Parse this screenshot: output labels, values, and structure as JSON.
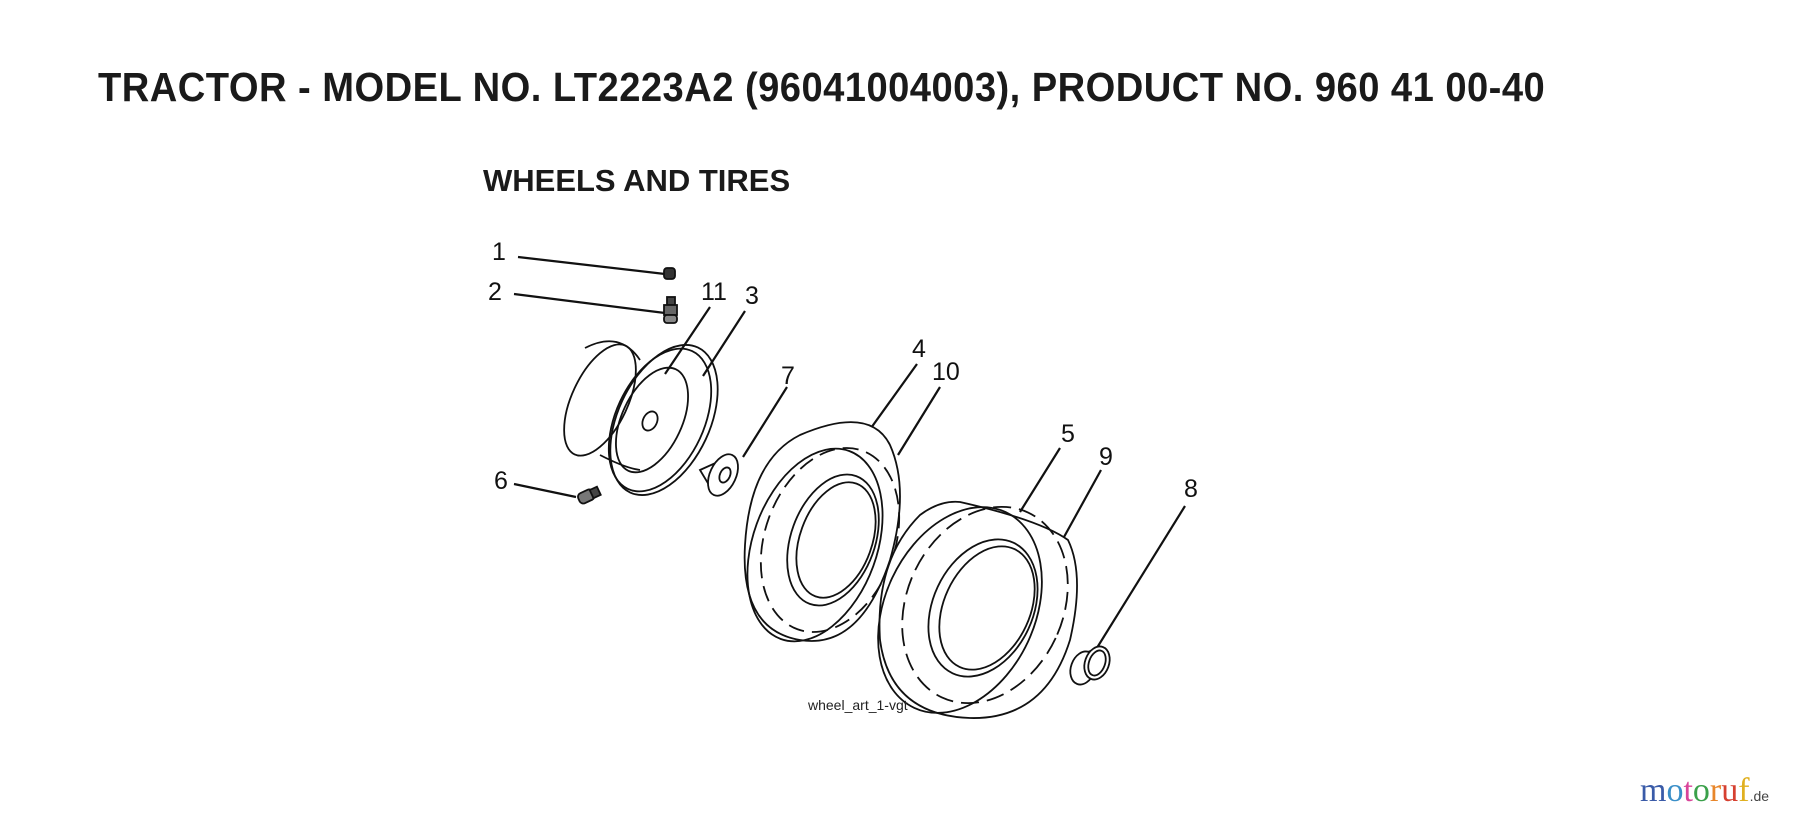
{
  "header": {
    "title": "TRACTOR - MODEL NO. LT2223A2 (96041004003), PRODUCT NO. 960 41 00-40"
  },
  "section": {
    "title": "WHEELS AND TIRES"
  },
  "diagram": {
    "caption": "wheel_art_1-vgt",
    "callouts": [
      {
        "number": "1",
        "part": "valve-cap"
      },
      {
        "number": "2",
        "part": "valve-stem"
      },
      {
        "number": "3",
        "part": "rim-ring"
      },
      {
        "number": "4",
        "part": "front-tire"
      },
      {
        "number": "5",
        "part": "rear-tire"
      },
      {
        "number": "6",
        "part": "grease-fitting"
      },
      {
        "number": "7",
        "part": "bushing-flanged"
      },
      {
        "number": "8",
        "part": "bushing"
      },
      {
        "number": "9",
        "part": "rear-tube"
      },
      {
        "number": "10",
        "part": "front-tube"
      },
      {
        "number": "11",
        "part": "wheel-rim"
      }
    ]
  },
  "watermark": {
    "letters": [
      "m",
      "o",
      "t",
      "o",
      "r",
      "u",
      "f"
    ],
    "colors": [
      "#3a5ba8",
      "#3a8fc8",
      "#d9449a",
      "#3aa04a",
      "#e8862a",
      "#d64030",
      "#e0b020"
    ],
    "tld": ".de"
  }
}
